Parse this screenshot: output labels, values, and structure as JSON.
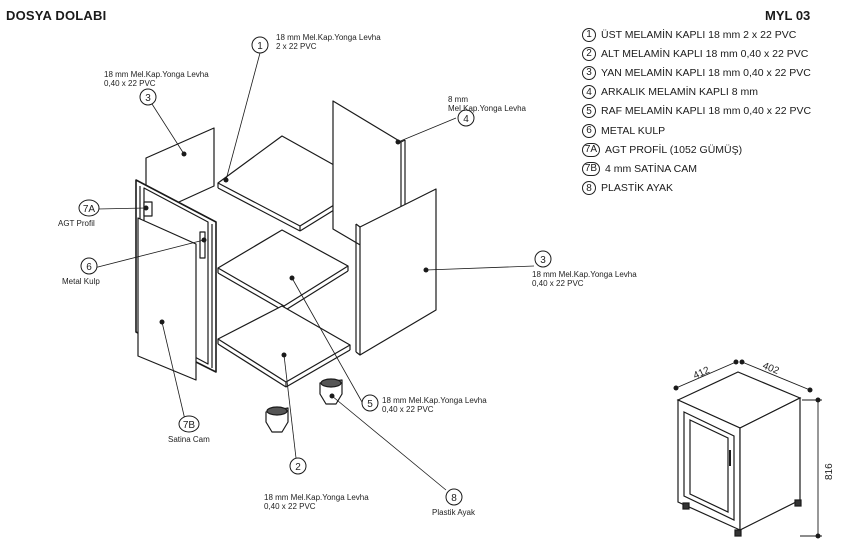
{
  "header": {
    "title": "DOSYA DOLABI",
    "model_code": "MYL 03"
  },
  "legend": [
    {
      "num": "1",
      "text": "ÜST MELAMİN KAPLI 18 mm  2 x 22 PVC"
    },
    {
      "num": "2",
      "text": "ALT MELAMİN KAPLI 18 mm  0,40 x 22 PVC"
    },
    {
      "num": "3",
      "text": "YAN MELAMİN KAPLI 18 mm  0,40 x 22 PVC"
    },
    {
      "num": "4",
      "text": "ARKALIK MELAMİN KAPLI 8 mm"
    },
    {
      "num": "5",
      "text": "RAF MELAMİN KAPLI 18 mm  0,40 x 22 PVC"
    },
    {
      "num": "6",
      "text": "METAL KULP"
    },
    {
      "num": "7A",
      "text": "AGT PROFİL (1052 GÜMÜŞ)"
    },
    {
      "num": "7B",
      "text": "4 mm SATİNA CAM"
    },
    {
      "num": "8",
      "text": "PLASTİK AYAK"
    }
  ],
  "annotations": {
    "part1": "18 mm Mel.Kap.Yonga Levha\n2 x 22 PVC",
    "part3_left": "18 mm Mel.Kap.Yonga Levha\n0,40 x 22 PVC",
    "part4": "8 mm\nMel.Kap.Yonga Levha",
    "part3_right": "18 mm Mel.Kap.Yonga Levha\n0,40 x 22 PVC",
    "part5": "18 mm Mel.Kap.Yonga Levha\n0,40 x 22 PVC",
    "part2": "18 mm Mel.Kap.Yonga Levha\n0,40 x 22 PVC",
    "part7a": "AGT Profil",
    "part6": "Metal Kulp",
    "part7b": "Satina Cam",
    "part8": "Plastik Ayak"
  },
  "callouts": {
    "c1": "1",
    "c3l": "3",
    "c4": "4",
    "c3r": "3",
    "c5": "5",
    "c2": "2",
    "c7a": "7A",
    "c6": "6",
    "c7b": "7B",
    "c8": "8"
  },
  "dimensions": {
    "width": "412",
    "depth": "402",
    "height": "816"
  }
}
